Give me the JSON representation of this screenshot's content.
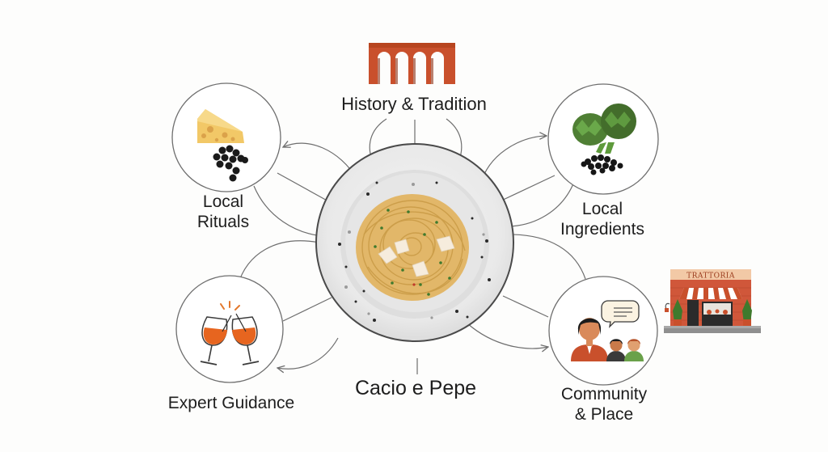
{
  "diagram": {
    "center": {
      "label": "Cacio e Pepe",
      "icon": "pasta-plate-icon"
    },
    "nodes": [
      {
        "id": "history",
        "label": "History & Tradition",
        "icon": "aqueduct-arches-icon"
      },
      {
        "id": "rituals",
        "label_line1": "Local",
        "label_line2": "Rituals",
        "icon": "cheese-and-peppercorns-icon"
      },
      {
        "id": "ingredients",
        "label_line1": "Local",
        "label_line2": "Ingredients",
        "icon": "artichokes-and-peppercorns-icon"
      },
      {
        "id": "expert",
        "label": "Expert Guidance",
        "icon": "wine-toast-icon"
      },
      {
        "id": "community",
        "label_line1": "Community",
        "label_line2": "& Place",
        "icon": "people-speech-bubble-icon"
      }
    ],
    "trattoria_sign": "TRATTORIA",
    "colors": {
      "background": "#fdfdfc",
      "line": "#6e6e6e",
      "terracotta": "#c9502c",
      "pasta": "#e2b769",
      "cheese": "#f2c867",
      "artichoke": "#4f7f34",
      "wine": "#e7651f",
      "text": "#1e1e1e"
    }
  }
}
